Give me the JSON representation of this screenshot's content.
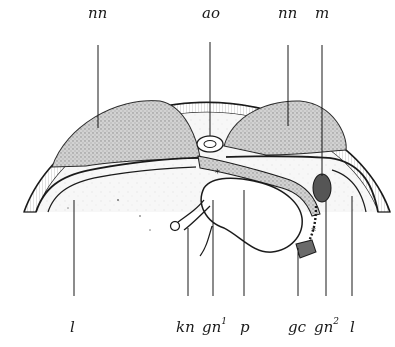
{
  "labels": {
    "top": {
      "nn_left": "nn",
      "ao": "ao",
      "nn_right": "nn",
      "m": "m"
    },
    "bottom": {
      "l_left": "l",
      "kn": "kn",
      "gn_base": "gn",
      "gn_sup": "1",
      "p": "p",
      "gc": "gc",
      "gn2_base": "gn",
      "gn2_sup": "2",
      "l_right": "l"
    }
  },
  "colors": {
    "ink": "#1a1a1a",
    "stipple": "#9a9a9a",
    "shade": "#c4c4c4",
    "paper": "#ffffff"
  }
}
